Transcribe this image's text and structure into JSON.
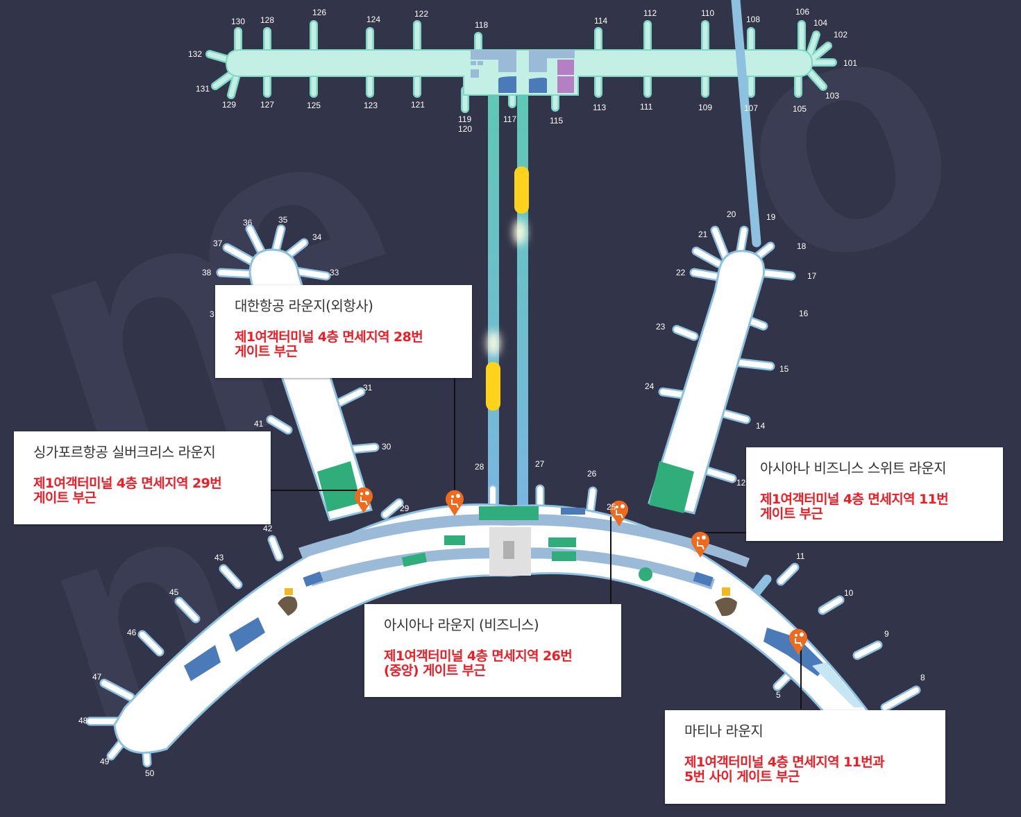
{
  "map": {
    "background_color": "#32344a",
    "watermark_text": "nei",
    "colors": {
      "concourse_top": "#c4efe4",
      "concourse_top_edge": "#7fd6c4",
      "main_terminal": "#ffffff",
      "main_terminal_edge": "#8ec0e0",
      "lounge_area": "#2fae7c",
      "shop_area": "#9bbad8",
      "gate_area_dark": "#4a7ab8",
      "shuttle_train": "#ffd21c",
      "marker": "#f06a1e",
      "highlight_purple": "#b47fc3",
      "label_red": "#ee1c25",
      "label_dark": "#333333"
    }
  },
  "concourse_gates": {
    "top": [
      "130",
      "128",
      "126",
      "124",
      "122",
      "118",
      "114",
      "112",
      "110",
      "108",
      "106",
      "104",
      "102"
    ],
    "bottom": [
      "129",
      "127",
      "125",
      "123",
      "121",
      "119",
      "120",
      "117",
      "115",
      "113",
      "111",
      "109",
      "107",
      "105",
      "103"
    ],
    "ends": [
      "132",
      "131",
      "101"
    ]
  },
  "terminal1_gates": {
    "west_pier": [
      "36",
      "35",
      "34",
      "37",
      "38",
      "33",
      "3",
      "31",
      "41",
      "30",
      "29"
    ],
    "east_pier": [
      "20",
      "19",
      "21",
      "18",
      "22",
      "17",
      "16",
      "23",
      "15",
      "24",
      "14",
      "12"
    ],
    "center": [
      "28",
      "27",
      "26",
      "25"
    ],
    "west_wing": [
      "42",
      "43",
      "45",
      "46",
      "47",
      "48",
      "49",
      "50"
    ],
    "east_wing": [
      "11",
      "10",
      "9",
      "8",
      "5"
    ]
  },
  "lounges": [
    {
      "name": "대한항공 라운지(외항사)",
      "location": "제1여객터미널 4층 면세지역 28번\n게이트 부근"
    },
    {
      "name": "싱가포르항공 실버크리스 라운지",
      "location": "제1여객터미널 4층 면세지역 29번\n게이트 부근"
    },
    {
      "name": "아시아나 비즈니스 스위트 라운지",
      "location": "제1여객터미널 4층 면세지역 11번\n게이트 부근"
    },
    {
      "name": "아시아나 라운지 (비즈니스)",
      "location": "제1여객터미널 4층 면세지역 26번\n(중앙) 게이트 부근"
    },
    {
      "name": "마티나 라운지",
      "location": "제1여객터미널 4층 면세지역 11번과\n5번 사이 게이트 부근"
    }
  ],
  "markers": [
    {
      "icon": "lounge-marker-icon",
      "gate": "29"
    },
    {
      "icon": "lounge-marker-icon",
      "gate": "28"
    },
    {
      "icon": "lounge-marker-icon",
      "gate": "25"
    },
    {
      "icon": "lounge-marker-icon",
      "gate": "11"
    },
    {
      "icon": "lounge-marker-icon",
      "gate": "5"
    }
  ]
}
